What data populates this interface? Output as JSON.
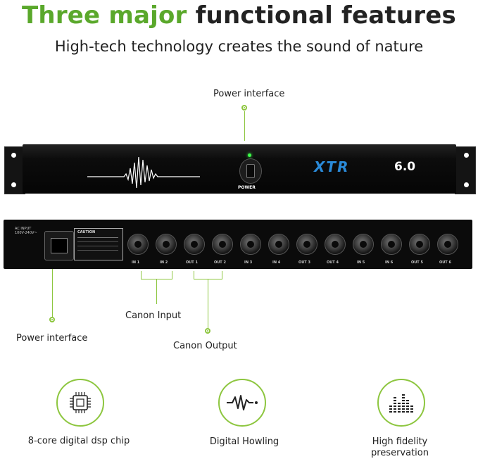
{
  "header": {
    "title_green": "Three major",
    "title_dark": "functional features",
    "subtitle": "High-tech technology creates the sound of nature"
  },
  "front_panel": {
    "callout_label": "Power interface",
    "brand": "XTR",
    "model": "6.0",
    "switch_label": "POWER"
  },
  "rear_panel": {
    "ac_input": "AC INPUT",
    "ac_input_sub": "100V-240V~",
    "caution": "CAUTION",
    "ports": [
      "IN 1",
      "IN 2",
      "OUT 1",
      "OUT 2",
      "IN 3",
      "IN 4",
      "OUT 3",
      "OUT 4",
      "IN 5",
      "IN 6",
      "OUT 5",
      "OUT 6"
    ],
    "callouts": {
      "power": "Power interface",
      "canon_input": "Canon Input",
      "canon_output": "Canon Output"
    }
  },
  "features": [
    {
      "label": "8-core digital dsp chip",
      "icon": "chip-icon"
    },
    {
      "label": "Digital Howling",
      "icon": "waveform-icon"
    },
    {
      "label": "High fidelity\npreservation",
      "icon": "equalizer-icon"
    }
  ],
  "colors": {
    "accent": "#8dc63f",
    "title_green": "#5aa82b",
    "brand_blue": "#2a8ad8"
  }
}
